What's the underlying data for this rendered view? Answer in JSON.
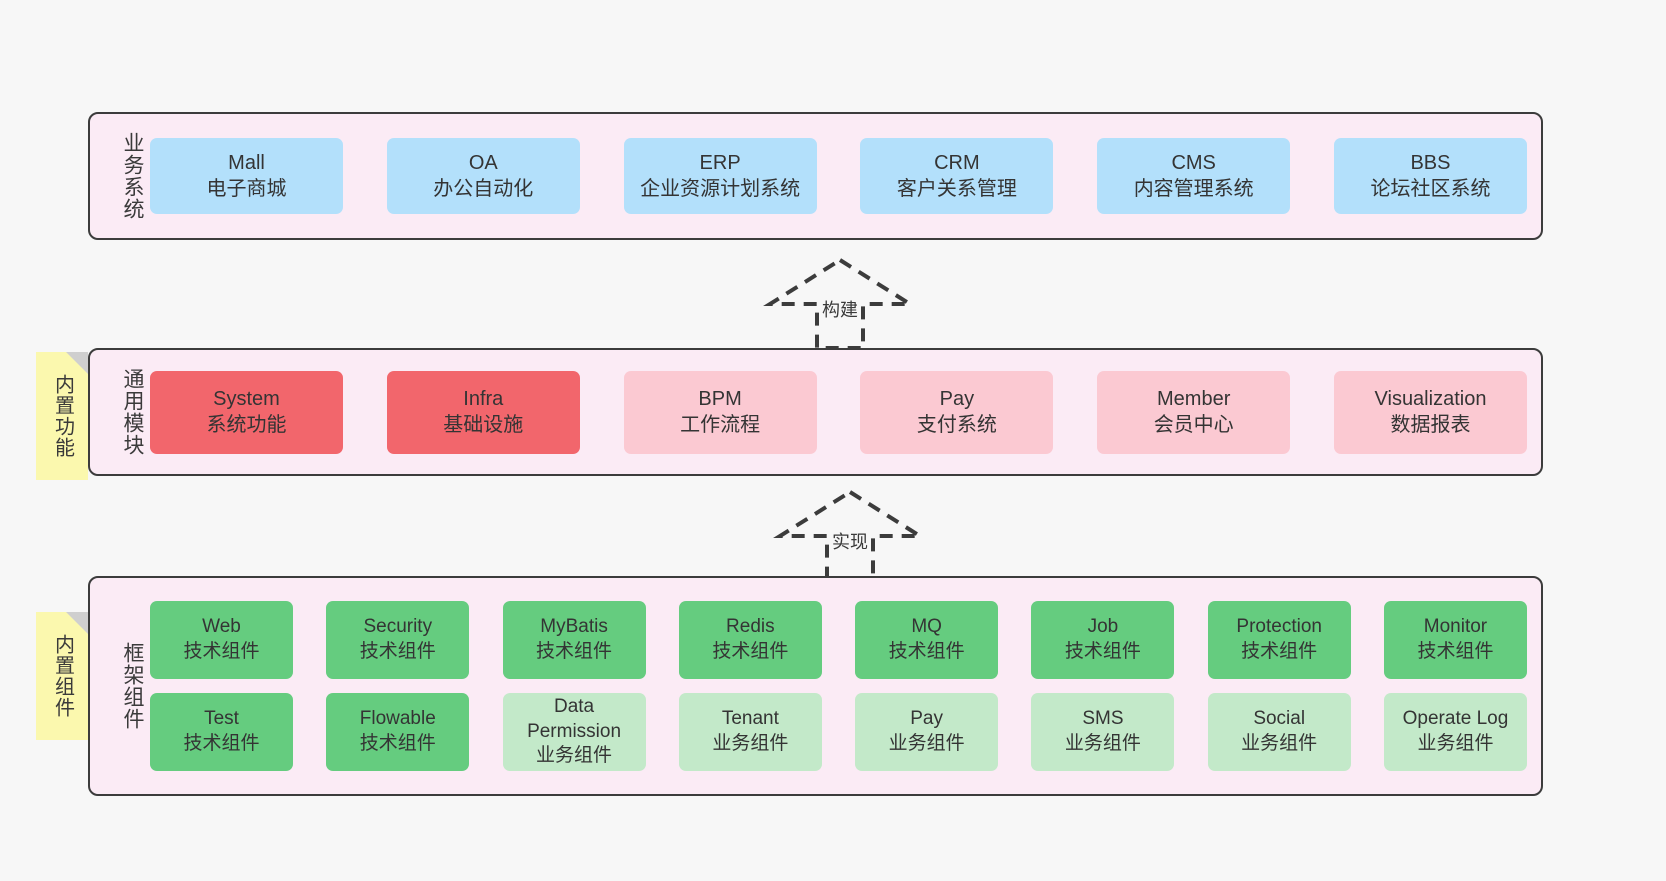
{
  "diagram": {
    "background_color": "#f7f7f7",
    "band_fill": "#fbebf5",
    "band_border": "#3c3c3c",
    "sticky_color": "#fbf8ae"
  },
  "layers": {
    "business": {
      "label": "业务系统",
      "card_color": "#b3e0fb",
      "cards": [
        {
          "title": "Mall",
          "subtitle": "电子商城"
        },
        {
          "title": "OA",
          "subtitle": "办公自动化"
        },
        {
          "title": "ERP",
          "subtitle": "企业资源计划系统"
        },
        {
          "title": "CRM",
          "subtitle": "客户关系管理"
        },
        {
          "title": "CMS",
          "subtitle": "内容管理系统"
        },
        {
          "title": "BBS",
          "subtitle": "论坛社区系统"
        }
      ]
    },
    "common": {
      "label": "通用模块",
      "sticky": "内置功能",
      "card_color_strong": "#f2666c",
      "card_color_soft": "#fbc9d2",
      "cards": [
        {
          "title": "System",
          "subtitle": "系统功能",
          "tone": "strong"
        },
        {
          "title": "Infra",
          "subtitle": "基础设施",
          "tone": "strong"
        },
        {
          "title": "BPM",
          "subtitle": "工作流程",
          "tone": "soft"
        },
        {
          "title": "Pay",
          "subtitle": "支付系统",
          "tone": "soft"
        },
        {
          "title": "Member",
          "subtitle": "会员中心",
          "tone": "soft"
        },
        {
          "title": "Visualization",
          "subtitle": "数据报表",
          "tone": "soft"
        }
      ]
    },
    "framework": {
      "label": "框架组件",
      "sticky": "内置组件",
      "card_color_strong": "#65cc7f",
      "card_color_soft": "#c3e9c9",
      "row1": [
        {
          "title": "Web",
          "subtitle": "技术组件"
        },
        {
          "title": "Security",
          "subtitle": "技术组件"
        },
        {
          "title": "MyBatis",
          "subtitle": "技术组件"
        },
        {
          "title": "Redis",
          "subtitle": "技术组件"
        },
        {
          "title": "MQ",
          "subtitle": "技术组件"
        },
        {
          "title": "Job",
          "subtitle": "技术组件"
        },
        {
          "title": "Protection",
          "subtitle": "技术组件"
        },
        {
          "title": "Monitor",
          "subtitle": "技术组件"
        }
      ],
      "row2": [
        {
          "title": "Test",
          "subtitle": "技术组件",
          "tone": "strong"
        },
        {
          "title": "Flowable",
          "subtitle": "技术组件",
          "tone": "strong"
        },
        {
          "title": "Data Permission",
          "subtitle": "业务组件",
          "tone": "soft"
        },
        {
          "title": "Tenant",
          "subtitle": "业务组件",
          "tone": "soft"
        },
        {
          "title": "Pay",
          "subtitle": "业务组件",
          "tone": "soft"
        },
        {
          "title": "SMS",
          "subtitle": "业务组件",
          "tone": "soft"
        },
        {
          "title": "Social",
          "subtitle": "业务组件",
          "tone": "soft"
        },
        {
          "title": "Operate Log",
          "subtitle": "业务组件",
          "tone": "soft"
        }
      ]
    }
  },
  "connectors": {
    "build": "构建",
    "implement": "实现"
  }
}
